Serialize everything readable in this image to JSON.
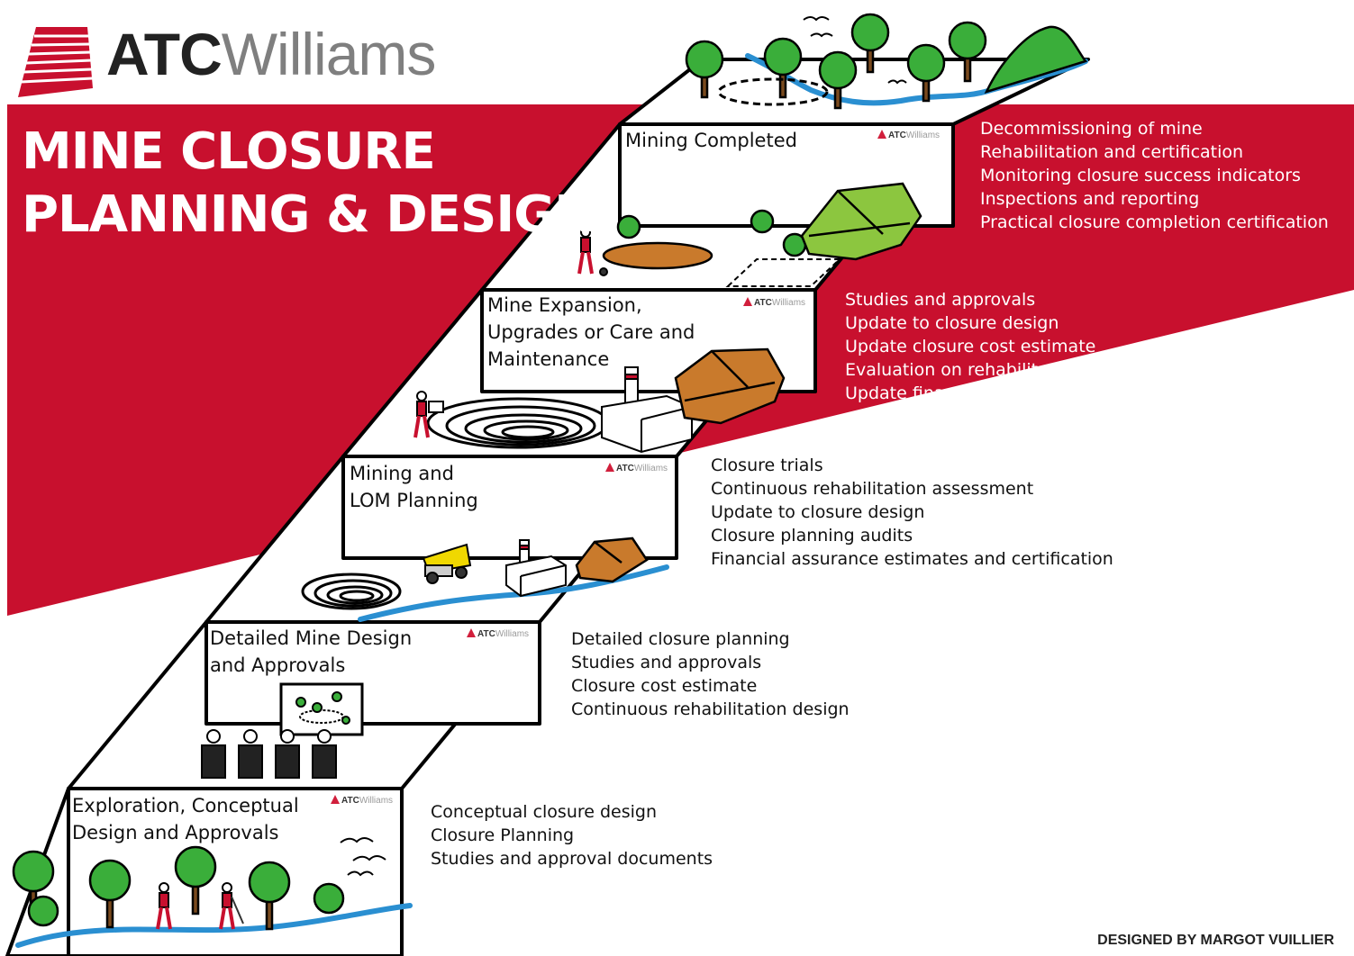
{
  "header": {
    "brand_bold": "ATC",
    "brand_light": "Williams",
    "title_line1": "MINE CLOSURE",
    "title_line2": "PLANNING & DESIGN"
  },
  "colors": {
    "accent_red": "#c8102e",
    "tree_green": "#3aae3a",
    "water_blue": "#2a8fd1",
    "ore_brown": "#c97a2c"
  },
  "icons": [
    "atc-williams-logo-icon",
    "tree-icon",
    "river-icon",
    "bird-icon",
    "worker-icon",
    "desk-worker-icon",
    "open-pit-icon",
    "haul-truck-icon",
    "processing-plant-icon",
    "waste-dump-icon",
    "rehabilitated-landform-icon",
    "hill-icon"
  ],
  "mini_logo": {
    "bold": "ATC",
    "light": "Williams"
  },
  "stages": [
    {
      "label_lines": [
        "Exploration, Conceptual",
        "Design and Approvals"
      ],
      "activities": [
        "Conceptual closure design",
        "Closure Planning",
        "Studies and approval documents"
      ]
    },
    {
      "label_lines": [
        "Detailed Mine Design",
        "and Approvals"
      ],
      "activities": [
        "Detailed closure planning",
        "Studies and approvals",
        "Closure cost estimate",
        "Continuous rehabilitation design"
      ]
    },
    {
      "label_lines": [
        "Mining and",
        "LOM Planning"
      ],
      "activities": [
        "Closure trials",
        "Continuous rehabilitation assessment",
        "Update to closure design",
        "Closure planning audits",
        "Financial assurance estimates and certification"
      ]
    },
    {
      "label_lines": [
        "Mine Expansion,",
        "Upgrades or Care and",
        "Maintenance"
      ],
      "activities": [
        "Studies and approvals",
        "Update to closure design",
        "Update closure cost estimate",
        "Evaluation on rehabilitation success",
        "Update financial assurance estimates and certification"
      ]
    },
    {
      "label_lines": [
        "Mining Completed"
      ],
      "activities": [
        "Decommissioning of mine",
        "Rehabilitation and certification",
        "Monitoring closure success indicators",
        "Inspections and reporting",
        "Practical closure completion certification"
      ]
    }
  ],
  "footer": {
    "credit": "DESIGNED BY MARGOT VUILLIER"
  }
}
